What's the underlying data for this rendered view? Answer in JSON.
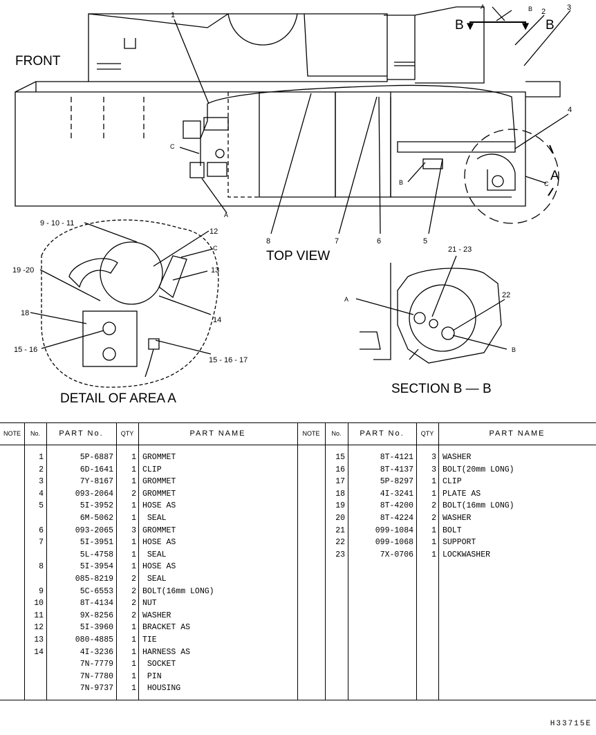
{
  "drawing": {
    "front_label": "FRONT",
    "top_view_label": "TOP VIEW",
    "detail_label": "DETAIL OF AREA A",
    "section_label": "SECTION B — B",
    "callouts": {
      "n1": "1",
      "n2": "2",
      "n3": "3",
      "n4": "4",
      "n5": "5",
      "n6": "6",
      "n7": "7",
      "n8": "8",
      "A_top": "A",
      "B_top": "B",
      "B_left": "B",
      "B_right": "B",
      "C_left": "C",
      "A_left": "A",
      "B_lower": "B",
      "C_right": "C",
      "A_arrow": "A",
      "d9_11": "9 - 10 - 11",
      "d12": "12",
      "dC": "C",
      "d13": "13",
      "d19_20": "19 -20",
      "d14": "14",
      "d18": "18",
      "d15_16": "15 - 16",
      "d15_17": "15 - 16 - 17",
      "s21_23": "21 - 23",
      "sA": "A",
      "s22": "22",
      "sB": "B"
    }
  },
  "table": {
    "headers": {
      "note": "NOTE",
      "no": "No.",
      "part_no": "PART No.",
      "qty": "QTY",
      "part_name": "PART NAME"
    },
    "left_rows": [
      {
        "no": "1",
        "part": "5P-6887",
        "qty": "1",
        "name": "GROMMET"
      },
      {
        "no": "2",
        "part": "6D-1641",
        "qty": "1",
        "name": "CLIP"
      },
      {
        "no": "3",
        "part": "7Y-8167",
        "qty": "1",
        "name": "GROMMET"
      },
      {
        "no": "4",
        "part": "093-2064",
        "qty": "2",
        "name": "GROMMET"
      },
      {
        "no": "5",
        "part": "5I-3952",
        "qty": "1",
        "name": "HOSE AS"
      },
      {
        "no": "",
        "part": "6M-5062",
        "qty": "1",
        "name": " SEAL"
      },
      {
        "no": "6",
        "part": "093-2065",
        "qty": "3",
        "name": "GROMMET"
      },
      {
        "no": "7",
        "part": "5I-3951",
        "qty": "1",
        "name": "HOSE AS"
      },
      {
        "no": "",
        "part": "5L-4758",
        "qty": "1",
        "name": " SEAL"
      },
      {
        "no": "8",
        "part": "5I-3954",
        "qty": "1",
        "name": "HOSE AS"
      },
      {
        "no": "",
        "part": "085-8219",
        "qty": "2",
        "name": " SEAL"
      },
      {
        "no": "9",
        "part": "5C-6553",
        "qty": "2",
        "name": "BOLT(16mm LONG)"
      },
      {
        "no": "10",
        "part": "8T-4134",
        "qty": "2",
        "name": "NUT"
      },
      {
        "no": "11",
        "part": "9X-8256",
        "qty": "2",
        "name": "WASHER"
      },
      {
        "no": "12",
        "part": "5I-3960",
        "qty": "1",
        "name": "BRACKET AS"
      },
      {
        "no": "13",
        "part": "080-4885",
        "qty": "1",
        "name": "TIE"
      },
      {
        "no": "14",
        "part": "4I-3236",
        "qty": "1",
        "name": "HARNESS AS"
      },
      {
        "no": "",
        "part": "7N-7779",
        "qty": "1",
        "name": " SOCKET"
      },
      {
        "no": "",
        "part": "7N-7780",
        "qty": "1",
        "name": " PIN"
      },
      {
        "no": "",
        "part": "7N-9737",
        "qty": "1",
        "name": " HOUSING"
      }
    ],
    "right_rows": [
      {
        "no": "15",
        "part": "8T-4121",
        "qty": "3",
        "name": "WASHER"
      },
      {
        "no": "16",
        "part": "8T-4137",
        "qty": "3",
        "name": "BOLT(20mm LONG)"
      },
      {
        "no": "17",
        "part": "5P-8297",
        "qty": "1",
        "name": "CLIP"
      },
      {
        "no": "18",
        "part": "4I-3241",
        "qty": "1",
        "name": "PLATE AS"
      },
      {
        "no": "19",
        "part": "8T-4200",
        "qty": "2",
        "name": "BOLT(16mm LONG)"
      },
      {
        "no": "20",
        "part": "8T-4224",
        "qty": "2",
        "name": "WASHER"
      },
      {
        "no": "21",
        "part": "099-1084",
        "qty": "1",
        "name": "BOLT"
      },
      {
        "no": "22",
        "part": "099-1068",
        "qty": "1",
        "name": "SUPPORT"
      },
      {
        "no": "23",
        "part": "7X-0706",
        "qty": "1",
        "name": "LOCKWASHER"
      }
    ]
  },
  "footer_code": "H33715E"
}
